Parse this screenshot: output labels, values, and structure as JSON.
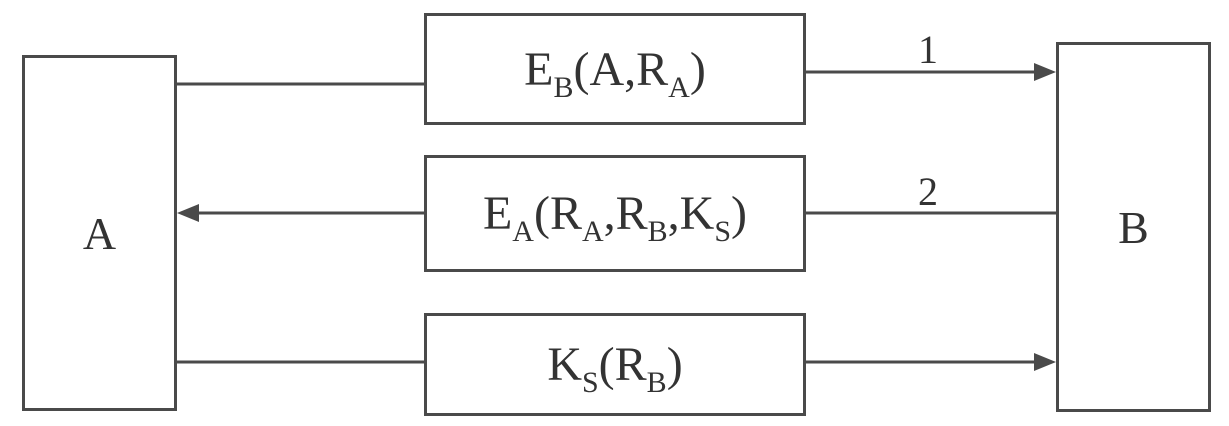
{
  "parties": {
    "a": "A",
    "b": "B"
  },
  "messages": [
    {
      "step": "1",
      "func": "E",
      "func_sub": "B",
      "open": "(",
      "args": [
        {
          "main": "A",
          "sub": ""
        },
        {
          "main": "R",
          "sub": "A"
        }
      ],
      "close": ")"
    },
    {
      "step": "2",
      "func": "E",
      "func_sub": "A",
      "open": "(",
      "args": [
        {
          "main": "R",
          "sub": "A"
        },
        {
          "main": "R",
          "sub": "B"
        },
        {
          "main": "K",
          "sub": "S"
        }
      ],
      "close": ")"
    },
    {
      "step": "",
      "func": "K",
      "func_sub": "S",
      "open": "(",
      "args": [
        {
          "main": "R",
          "sub": "B"
        }
      ],
      "close": ")"
    }
  ],
  "separator": ",",
  "colors": {
    "line": "#4a4a4a",
    "text": "#333333"
  }
}
